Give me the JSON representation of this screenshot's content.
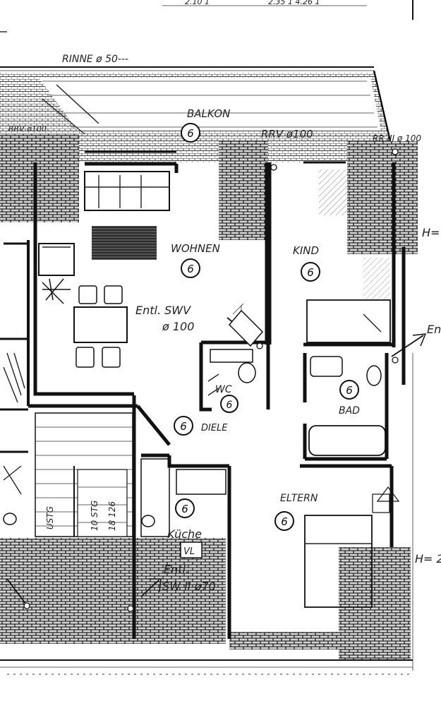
{
  "top_text": {
    "left": "2.10 1",
    "right": "2.35 1 4.26 1"
  },
  "labels": {
    "rinne": "RINNE  ø 50---",
    "balkon": "BALKON",
    "rrv": "RRV ø100",
    "rrv_left": "RRV ø100",
    "rr_right": "RR III ø 100",
    "wohnen": "WOHNEN",
    "kind": "KIND",
    "entl_swv": "Entl. SWV",
    "entl_swv_dia": "ø 100",
    "wc": "WC",
    "bad": "BAD",
    "diele": "DIELE",
    "eltern": "ELTERN",
    "kuche": "Küche",
    "vl": "VL",
    "entl_swii": "Entl.",
    "entl_swii_dia": "SW II ø70",
    "stg_left": "USTG",
    "stg_mid": "10 STG",
    "stg_dims": "18 126",
    "h_right_1": "H=",
    "h_right_2": "H= 2",
    "en_right": "En"
  },
  "room_markers": {
    "balkon": "6",
    "wohnen": "6",
    "kind": "6",
    "wc": "6",
    "bad": "6",
    "diele": "6",
    "eltern": "6",
    "kuche": "6"
  }
}
